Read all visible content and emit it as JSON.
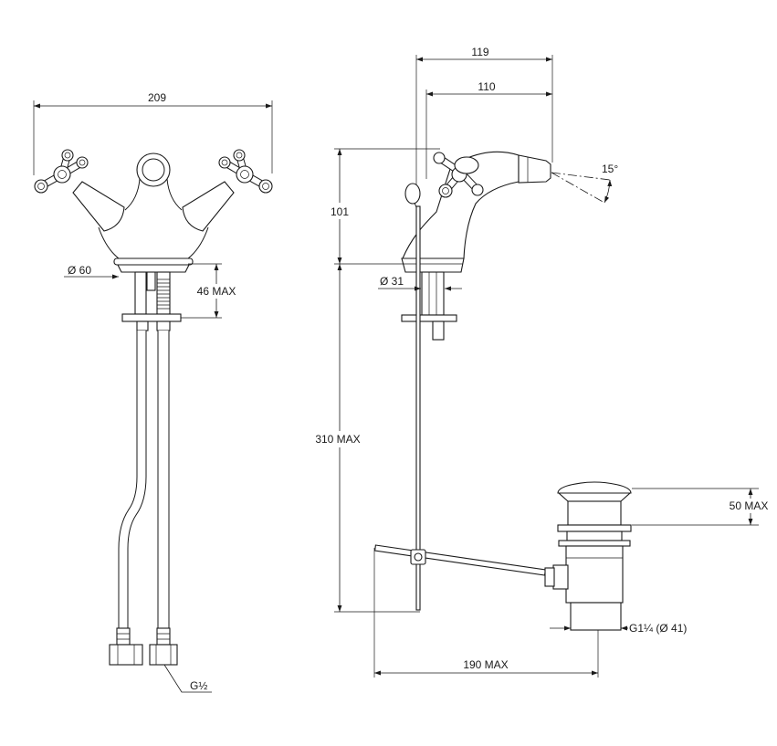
{
  "colors": {
    "line": "#1a1a1a",
    "background": "#ffffff"
  },
  "front_view": {
    "width_dim": "209",
    "base_diameter_dim": "Ø 60",
    "shank_length_dim": "46 MAX",
    "hose_thread_label": "G½"
  },
  "side_view": {
    "overall_depth_dim": "119",
    "handle_depth_dim": "110",
    "height_dim": "101",
    "spout_angle_dim": "15°",
    "base_diameter_dim": "Ø 31",
    "rod_length_dim": "310 MAX"
  },
  "waste": {
    "height_dim": "50 MAX",
    "thread_label": "G1¼ (Ø 41)",
    "rod_reach_dim": "190 MAX"
  }
}
